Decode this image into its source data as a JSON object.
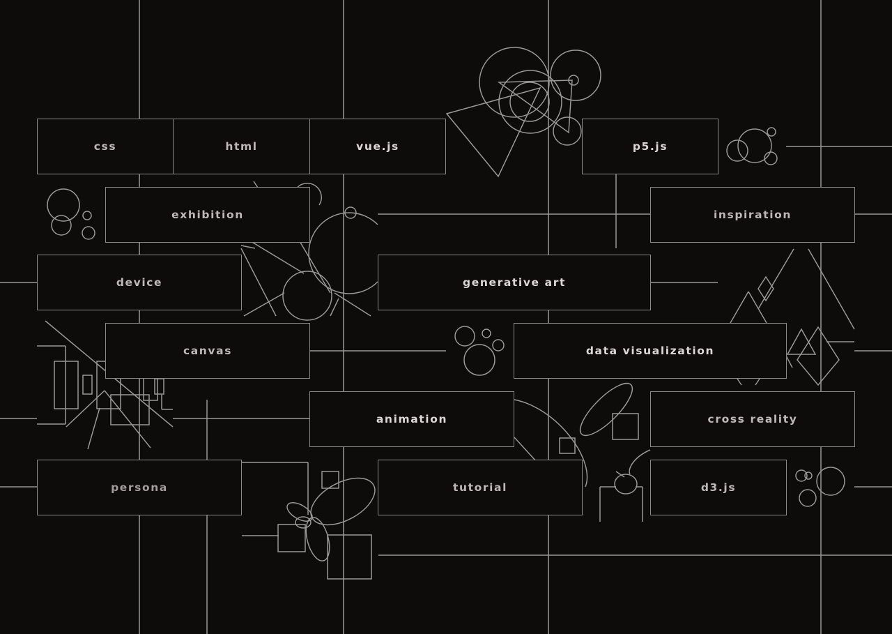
{
  "tags": {
    "css": "css",
    "html": "html",
    "vuejs": "vue.js",
    "p5js": "p5.js",
    "exhibition": "exhibition",
    "inspiration": "inspiration",
    "device": "device",
    "generative_art": "generative art",
    "canvas": "canvas",
    "data_visualization": "data visualization",
    "animation": "animation",
    "cross_reality": "cross reality",
    "persona": "persona",
    "tutorial": "tutorial",
    "d3js": "d3.js"
  },
  "colors": {
    "background": "#0e0b0b",
    "line": "#9a9797",
    "border": "#8c8989",
    "label": "#bdb9b9"
  }
}
